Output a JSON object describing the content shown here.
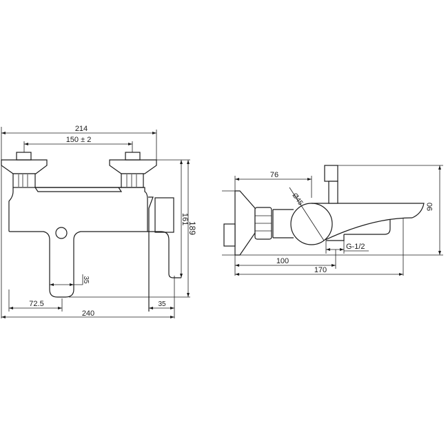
{
  "drawing": {
    "front_view": {
      "dimensions": {
        "overall_width_top": "214",
        "inlet_spacing": "150 ± 2",
        "height_inner": "161",
        "height_overall": "189",
        "handle_width": "35",
        "handle_offset": "72.5",
        "overall_width_bottom": "240",
        "side_depth": "35"
      }
    },
    "side_view": {
      "dimensions": {
        "body_to_diameter": "76",
        "body_diameter": "Ø45",
        "height": "90",
        "outlet_thread": "G-1/2",
        "outlet_distance": "100",
        "overall_length": "170"
      }
    },
    "colors": {
      "line": "#1a1a1a",
      "background": "#ffffff"
    }
  }
}
